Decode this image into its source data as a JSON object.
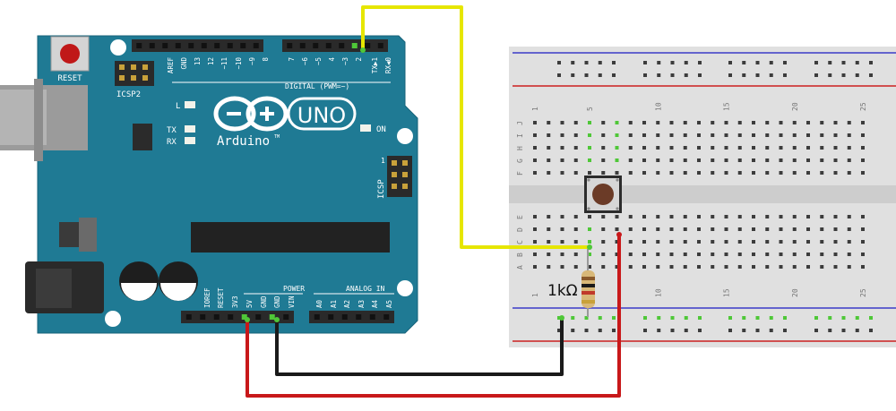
{
  "arduino": {
    "logo_text": "Arduino",
    "logo_tm": "TM",
    "model": "UNO",
    "reset_label": "RESET",
    "icsp2_label": "ICSP2",
    "icsp_label": "ICSP",
    "icsp_pin1": "1",
    "led_l": "L",
    "led_tx": "TX",
    "led_rx": "RX",
    "on_label": "ON",
    "digital_label": "DIGITAL (PWM=~)",
    "digital_pins": [
      "AREF",
      "GND",
      "13",
      "12",
      "~11",
      "~10",
      "~9",
      "8",
      "7",
      "~6",
      "~5",
      "4",
      "~3",
      "2",
      "TX▶1",
      "RX◀0"
    ],
    "power_label": "POWER",
    "analog_label": "ANALOG IN",
    "power_pins": [
      "IOREF",
      "RESET",
      "3V3",
      "5V",
      "GND",
      "GND",
      "VIN"
    ],
    "analog_pins": [
      "A0",
      "A1",
      "A2",
      "A3",
      "A4",
      "A5"
    ]
  },
  "breadboard": {
    "column_numbers": [
      "1",
      "5",
      "10",
      "15",
      "20",
      "25"
    ],
    "row_letters_top": [
      "J",
      "I",
      "H",
      "G",
      "F"
    ],
    "row_letters_bottom": [
      "E",
      "D",
      "C",
      "B",
      "A"
    ]
  },
  "resistor": {
    "label": "1kΩ"
  },
  "colors": {
    "board": "#1f7a94",
    "wire_yellow": "#f0f000",
    "wire_red": "#c8181a",
    "wire_black": "#1a1a1a",
    "connected_hole": "#4fc738"
  }
}
